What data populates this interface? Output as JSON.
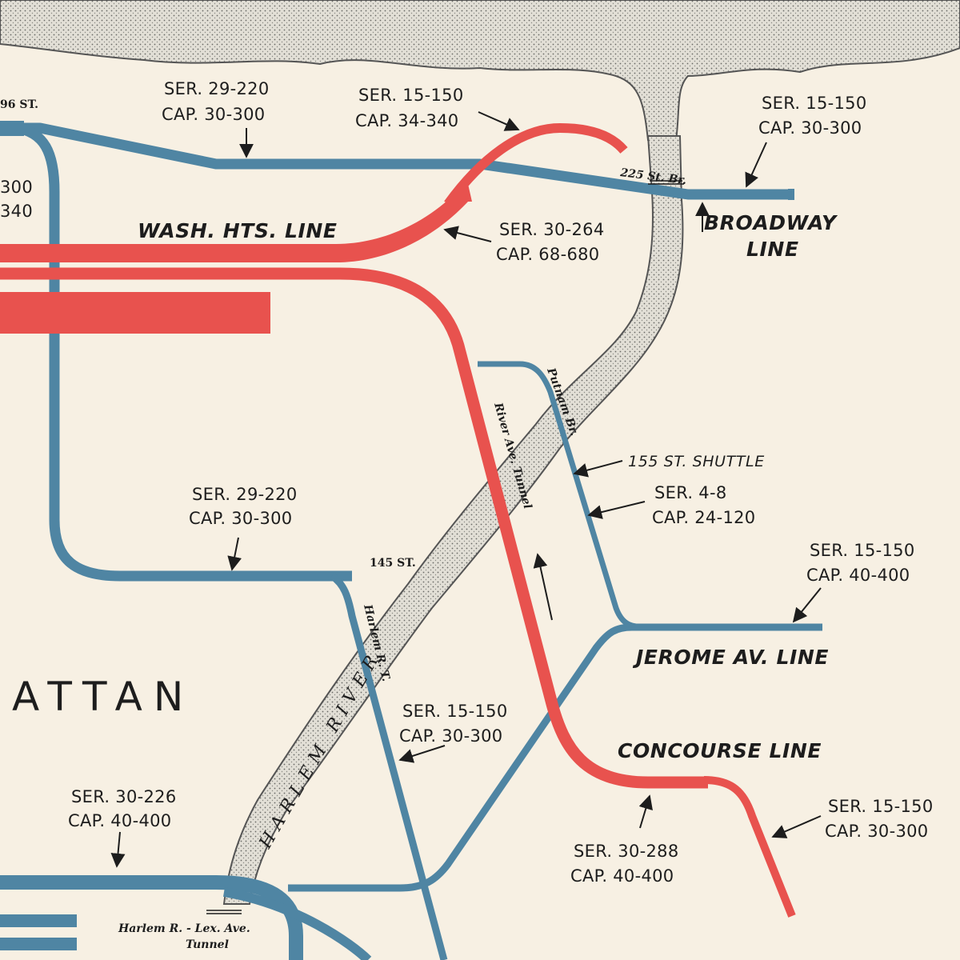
{
  "map": {
    "borough": "ATTAN",
    "river_name": "HARLEM RIVER",
    "colors": {
      "water": "#d9d6cc",
      "blue_line": "#4f85a3",
      "red_line": "#e8524e",
      "background": "#f7f0e3"
    },
    "lines": {
      "broadway": [
        "BROADWAY",
        "LINE"
      ],
      "wash_hts": "WASH. HTS. LINE",
      "jerome": "JEROME AV. LINE",
      "concourse": "CONCOURSE LINE",
      "shuttle": "155 ST. SHUTTLE"
    },
    "stations": {
      "st96": "96 ST.",
      "st145": "145 ST."
    },
    "structures": {
      "bridge_225": "225 St. Br.",
      "putnam": "Putnam Br.",
      "river_ave": "River Ave. Tunnel",
      "harlem_rt": "Harlem R. T.",
      "lex_tunnel": [
        "Harlem R. - Lex. Ave.",
        "Tunnel"
      ]
    },
    "annotations": {
      "a1": [
        "SER. 29-220",
        "CAP. 30-300"
      ],
      "a2": [
        "SER. 15-150",
        "CAP. 34-340"
      ],
      "a3": [
        "SER. 15-150",
        "CAP. 30-300"
      ],
      "a4": [
        "SER. 30-264",
        "CAP. 68-680"
      ],
      "a5": [
        "SER.   4-8",
        "CAP. 24-120"
      ],
      "a6": [
        "SER. 29-220",
        "CAP. 30-300"
      ],
      "a7": [
        "SER. 15-150",
        "CAP. 40-400"
      ],
      "a8": [
        "SER. 15-150",
        "CAP. 30-300"
      ],
      "a9": [
        "SER. 30-226",
        "CAP. 40-400"
      ],
      "a10": [
        "SER. 30-288",
        "CAP. 40-400"
      ],
      "a11": [
        "SER. 15-150",
        "CAP. 30-300"
      ],
      "left_cut": [
        "300",
        "340"
      ]
    }
  }
}
